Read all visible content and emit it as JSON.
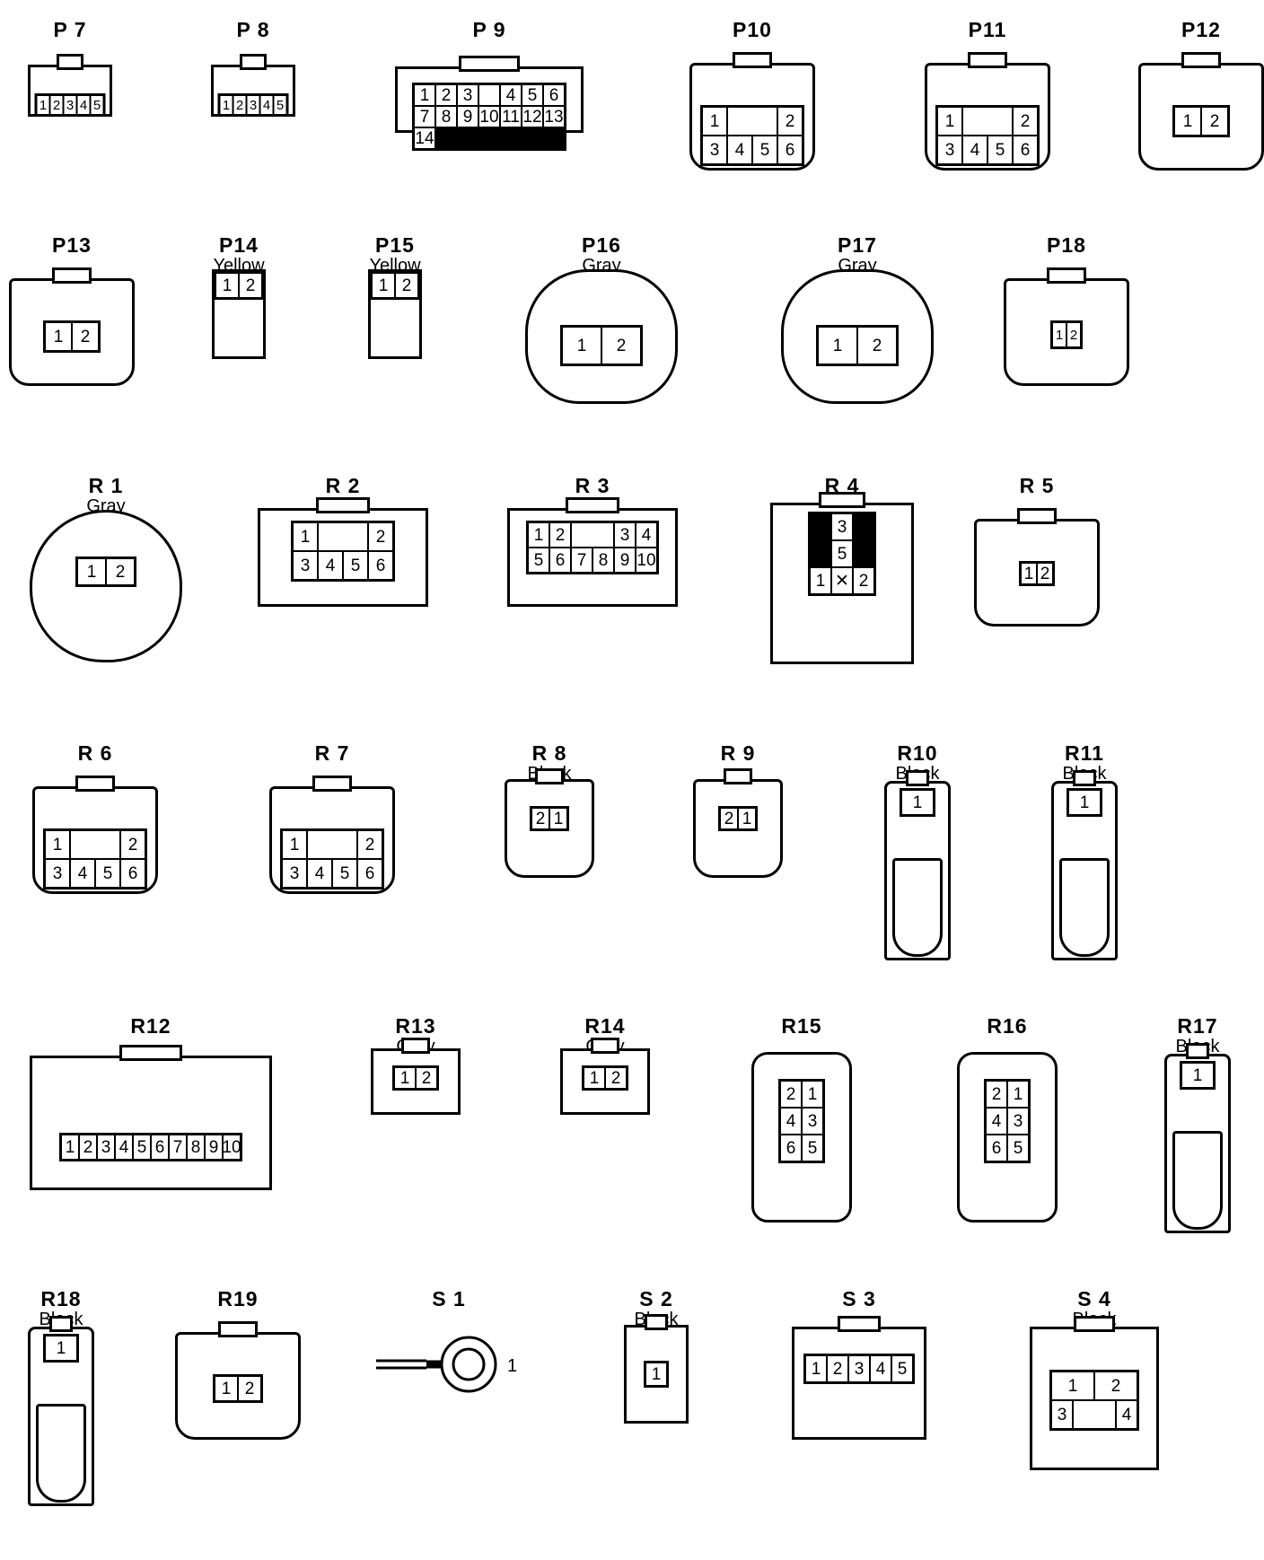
{
  "connectors": [
    {
      "id": "p7",
      "code": "P 7",
      "color": "",
      "pins": [
        "1",
        "2",
        "3",
        "4",
        "5"
      ],
      "cols": 5,
      "pinW": 13,
      "pinH": 20,
      "shape": "small"
    },
    {
      "id": "p8",
      "code": "P 8",
      "color": "",
      "pins": [
        "1",
        "2",
        "3",
        "4",
        "5"
      ],
      "cols": 5,
      "pinW": 13,
      "pinH": 20,
      "shape": "small"
    },
    {
      "id": "p9",
      "code": "P 9",
      "color": "",
      "pins": [
        "1",
        "2",
        "3",
        "",
        "4",
        "5",
        "6",
        "7",
        "8",
        "9",
        "10",
        "11",
        "12",
        "13",
        "14"
      ],
      "cols": 7,
      "pinW": 22,
      "pinH": 22,
      "shape": "wide"
    },
    {
      "id": "p10",
      "code": "P10",
      "color": "",
      "pins": [
        "1",
        "",
        "2",
        "3",
        "4",
        "5",
        "6"
      ],
      "layout": "6b",
      "shape": "tall"
    },
    {
      "id": "p11",
      "code": "P11",
      "color": "",
      "pins": [
        "1",
        "",
        "2",
        "3",
        "4",
        "5",
        "6"
      ],
      "layout": "6b",
      "shape": "tall"
    },
    {
      "id": "p12",
      "code": "P12",
      "color": "",
      "pins": [
        "1",
        "2"
      ],
      "cols": 2,
      "pinW": 28,
      "pinH": 30,
      "shape": "tall"
    },
    {
      "id": "p13",
      "code": "P13",
      "color": "",
      "pins": [
        "1",
        "2"
      ],
      "cols": 2,
      "pinW": 28,
      "pinH": 30,
      "shape": "tall"
    },
    {
      "id": "p14",
      "code": "P14",
      "color": "Yellow",
      "pins": [
        "1",
        "2"
      ],
      "cols": 2,
      "pinW": 24,
      "pinH": 26,
      "shape": "plug"
    },
    {
      "id": "p15",
      "code": "P15",
      "color": "Yellow",
      "pins": [
        "1",
        "2"
      ],
      "cols": 2,
      "pinW": 24,
      "pinH": 26,
      "shape": "plug"
    },
    {
      "id": "p16",
      "code": "P16",
      "color": "Gray",
      "pins": [
        "1",
        "2"
      ],
      "cols": 2,
      "pinW": 42,
      "pinH": 40,
      "shape": "oval"
    },
    {
      "id": "p17",
      "code": "P17",
      "color": "Gray",
      "pins": [
        "1",
        "2"
      ],
      "cols": 2,
      "pinW": 42,
      "pinH": 40,
      "shape": "oval"
    },
    {
      "id": "p18",
      "code": "P18",
      "color": "",
      "pins": [
        "1",
        "2"
      ],
      "cols": 2,
      "pinW": 14,
      "pinH": 26,
      "shape": "tall"
    },
    {
      "id": "r1",
      "code": "R 1",
      "color": "Gray",
      "pins": [
        "1",
        "2"
      ],
      "cols": 2,
      "pinW": 30,
      "pinH": 28,
      "shape": "round"
    },
    {
      "id": "r2",
      "code": "R 2",
      "color": "",
      "pins": [
        "1",
        "",
        "2",
        "3",
        "4",
        "5",
        "6"
      ],
      "layout": "6b",
      "shape": "box"
    },
    {
      "id": "r3",
      "code": "R 3",
      "color": "Blue",
      "pins": [
        "1",
        "2",
        "",
        "3",
        "4",
        "5",
        "6",
        "7",
        "8",
        "9",
        "10"
      ],
      "layout": "10b",
      "shape": "box"
    },
    {
      "id": "r4",
      "code": "R 4",
      "color": "",
      "pins": [
        "3",
        "5",
        "1",
        "",
        "2"
      ],
      "layout": "r4",
      "shape": "r4"
    },
    {
      "id": "r5",
      "code": "R 5",
      "color": "",
      "pins": [
        "1",
        "2"
      ],
      "cols": 2,
      "pinW": 16,
      "pinH": 22,
      "shape": "tall"
    },
    {
      "id": "r6",
      "code": "R 6",
      "color": "",
      "pins": [
        "1",
        "",
        "2",
        "3",
        "4",
        "5",
        "6"
      ],
      "layout": "6b",
      "shape": "tall"
    },
    {
      "id": "r7",
      "code": "R 7",
      "color": "",
      "pins": [
        "1",
        "",
        "2",
        "3",
        "4",
        "5",
        "6"
      ],
      "layout": "6b",
      "shape": "tall"
    },
    {
      "id": "r8",
      "code": "R 8",
      "color": "Black",
      "pins": [
        "2",
        "1"
      ],
      "cols": 2,
      "pinW": 18,
      "pinH": 22,
      "shape": "plugr"
    },
    {
      "id": "r9",
      "code": "R 9",
      "color": "",
      "pins": [
        "2",
        "1"
      ],
      "cols": 2,
      "pinW": 18,
      "pinH": 22,
      "shape": "plugr"
    },
    {
      "id": "r10",
      "code": "R10",
      "color": "Black",
      "pins": [
        "1"
      ],
      "cols": 1,
      "pinW": 34,
      "pinH": 26,
      "shape": "term"
    },
    {
      "id": "r11",
      "code": "R11",
      "color": "Black",
      "pins": [
        "1"
      ],
      "cols": 1,
      "pinW": 34,
      "pinH": 26,
      "shape": "term"
    },
    {
      "id": "r12",
      "code": "R12",
      "color": "",
      "pins": [
        "1",
        "2",
        "3",
        "4",
        "5",
        "6",
        "7",
        "8",
        "9",
        "10"
      ],
      "cols": 10,
      "pinW": 18,
      "pinH": 26,
      "shape": "long"
    },
    {
      "id": "r13",
      "code": "R13",
      "color": "Gray",
      "pins": [
        "1",
        "2"
      ],
      "cols": 2,
      "pinW": 22,
      "pinH": 22,
      "shape": "small2"
    },
    {
      "id": "r14",
      "code": "R14",
      "color": "Gray",
      "pins": [
        "1",
        "2"
      ],
      "cols": 2,
      "pinW": 22,
      "pinH": 22,
      "shape": "small2"
    },
    {
      "id": "r15",
      "code": "R15",
      "color": "",
      "pins": [
        "2",
        "1",
        "4",
        "3",
        "6",
        "5"
      ],
      "cols": 2,
      "pinW": 22,
      "pinH": 28,
      "shape": "rect6"
    },
    {
      "id": "r16",
      "code": "R16",
      "color": "",
      "pins": [
        "2",
        "1",
        "4",
        "3",
        "6",
        "5"
      ],
      "cols": 2,
      "pinW": 22,
      "pinH": 28,
      "shape": "rect6"
    },
    {
      "id": "r17",
      "code": "R17",
      "color": "Black",
      "pins": [
        "1"
      ],
      "cols": 1,
      "pinW": 34,
      "pinH": 26,
      "shape": "term"
    },
    {
      "id": "r18",
      "code": "R18",
      "color": "Black",
      "pins": [
        "1"
      ],
      "cols": 1,
      "pinW": 34,
      "pinH": 26,
      "shape": "term"
    },
    {
      "id": "r19",
      "code": "R19",
      "color": "",
      "pins": [
        "1",
        "2"
      ],
      "cols": 2,
      "pinW": 24,
      "pinH": 26,
      "shape": "tall"
    },
    {
      "id": "s1",
      "code": "S 1",
      "color": "",
      "pins": [
        "1"
      ],
      "shape": "ring"
    },
    {
      "id": "s2",
      "code": "S 2",
      "color": "Black",
      "pins": [
        "1"
      ],
      "cols": 1,
      "pinW": 22,
      "pinH": 24,
      "shape": "s2"
    },
    {
      "id": "s3",
      "code": "S 3",
      "color": "",
      "pins": [
        "1",
        "2",
        "3",
        "4",
        "5"
      ],
      "cols": 5,
      "pinW": 22,
      "pinH": 28,
      "shape": "s3"
    },
    {
      "id": "s4",
      "code": "S 4",
      "color": "Black",
      "pins": [
        "1",
        "2",
        "3",
        "",
        "4"
      ],
      "layout": "s4",
      "shape": "s4"
    }
  ]
}
